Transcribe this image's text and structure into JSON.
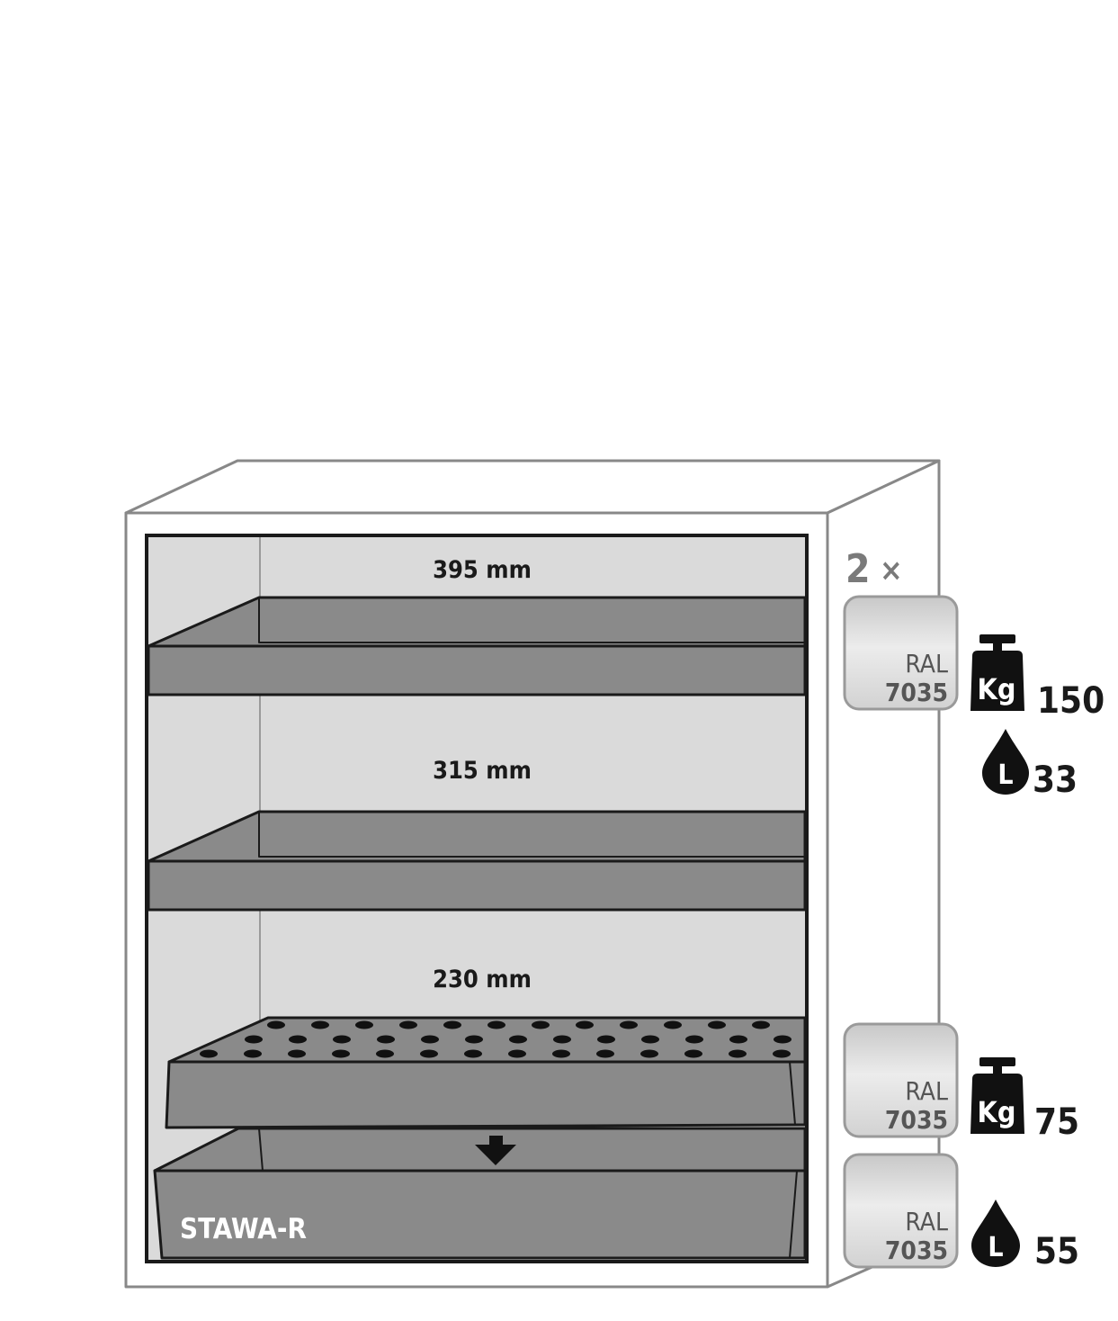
{
  "heights": {
    "top": "395 mm",
    "middle": "315 mm",
    "bottom": "230 mm"
  },
  "sump_label": "STAWA-R",
  "quantity": {
    "number": "2",
    "times": "×"
  },
  "swatches": [
    {
      "ral": "RAL",
      "code": "7035"
    },
    {
      "ral": "RAL",
      "code": "7035"
    },
    {
      "ral": "RAL",
      "code": "7035"
    }
  ],
  "loads": {
    "shelf_weight": {
      "unit": "Kg",
      "value": "150"
    },
    "shelf_volume": {
      "unit": "L",
      "value": "33"
    },
    "tray_weight": {
      "unit": "Kg",
      "value": "75"
    },
    "sump_volume": {
      "unit": "L",
      "value": "55"
    }
  },
  "colors": {
    "cabinet_interior": "#dadada",
    "shelf_grey": "#8a8a8a",
    "swatch_grey": "#d6d6d6",
    "icon_black": "#111111"
  }
}
